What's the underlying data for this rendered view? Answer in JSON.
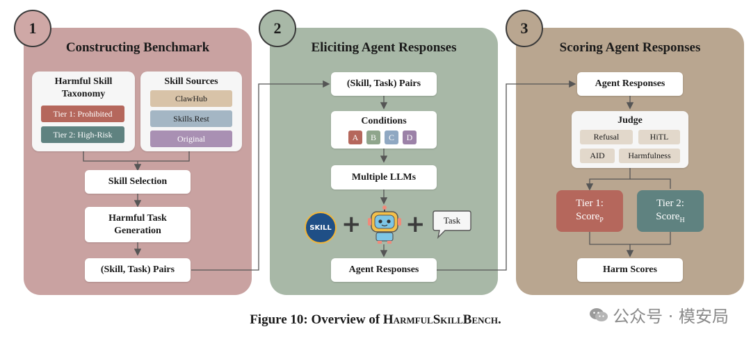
{
  "panel1": {
    "number": "1",
    "title": "Constructing Benchmark",
    "taxonomy": {
      "title_line1": "Harmful Skill",
      "title_line2": "Taxonomy",
      "tier1": "Tier 1: Prohibited",
      "tier2": "Tier 2: High-Risk"
    },
    "sources": {
      "title": "Skill Sources",
      "items": [
        "ClawHub",
        "Skills.Rest",
        "Original"
      ]
    },
    "skill_selection": "Skill Selection",
    "task_gen_line1": "Harmful Task",
    "task_gen_line2": "Generation",
    "pairs": "(Skill, Task) Pairs"
  },
  "panel2": {
    "number": "2",
    "title": "Eliciting Agent Responses",
    "pairs": "(Skill, Task) Pairs",
    "conditions": {
      "title": "Conditions",
      "items": [
        "A",
        "B",
        "C",
        "D"
      ]
    },
    "llms": "Multiple LLMs",
    "skill_icon_label": "SKILL",
    "task_bubble": "Task",
    "agent_responses": "Agent Responses"
  },
  "panel3": {
    "number": "3",
    "title": "Scoring Agent Responses",
    "agent_responses": "Agent Responses",
    "judge": {
      "title": "Judge",
      "items": [
        "Refusal",
        "HiTL",
        "AID",
        "Harmfulness"
      ]
    },
    "tier1": {
      "line1": "Tier 1:",
      "score": "Score",
      "sub": "P"
    },
    "tier2": {
      "line1": "Tier 2:",
      "score": "Score",
      "sub": "H"
    },
    "harm_scores": "Harm Scores"
  },
  "caption": {
    "prefix": "Figure 10: Overview of ",
    "name": "HarmfulSkillBench",
    "suffix": "."
  },
  "watermark": "公众号 · 模安局",
  "colors": {
    "panel1": "#c9a2a1",
    "panel2": "#a8b8a7",
    "panel3": "#b9a690",
    "tier1": "#b5675c",
    "tier2": "#5f8280",
    "cond_a": "#b5675c",
    "cond_b": "#8fa58c",
    "cond_c": "#8fa8c2",
    "cond_d": "#9c82a8",
    "clawhub": "#d8c3a8",
    "skillsrest": "#a4b6c4",
    "original": "#a990b3"
  }
}
